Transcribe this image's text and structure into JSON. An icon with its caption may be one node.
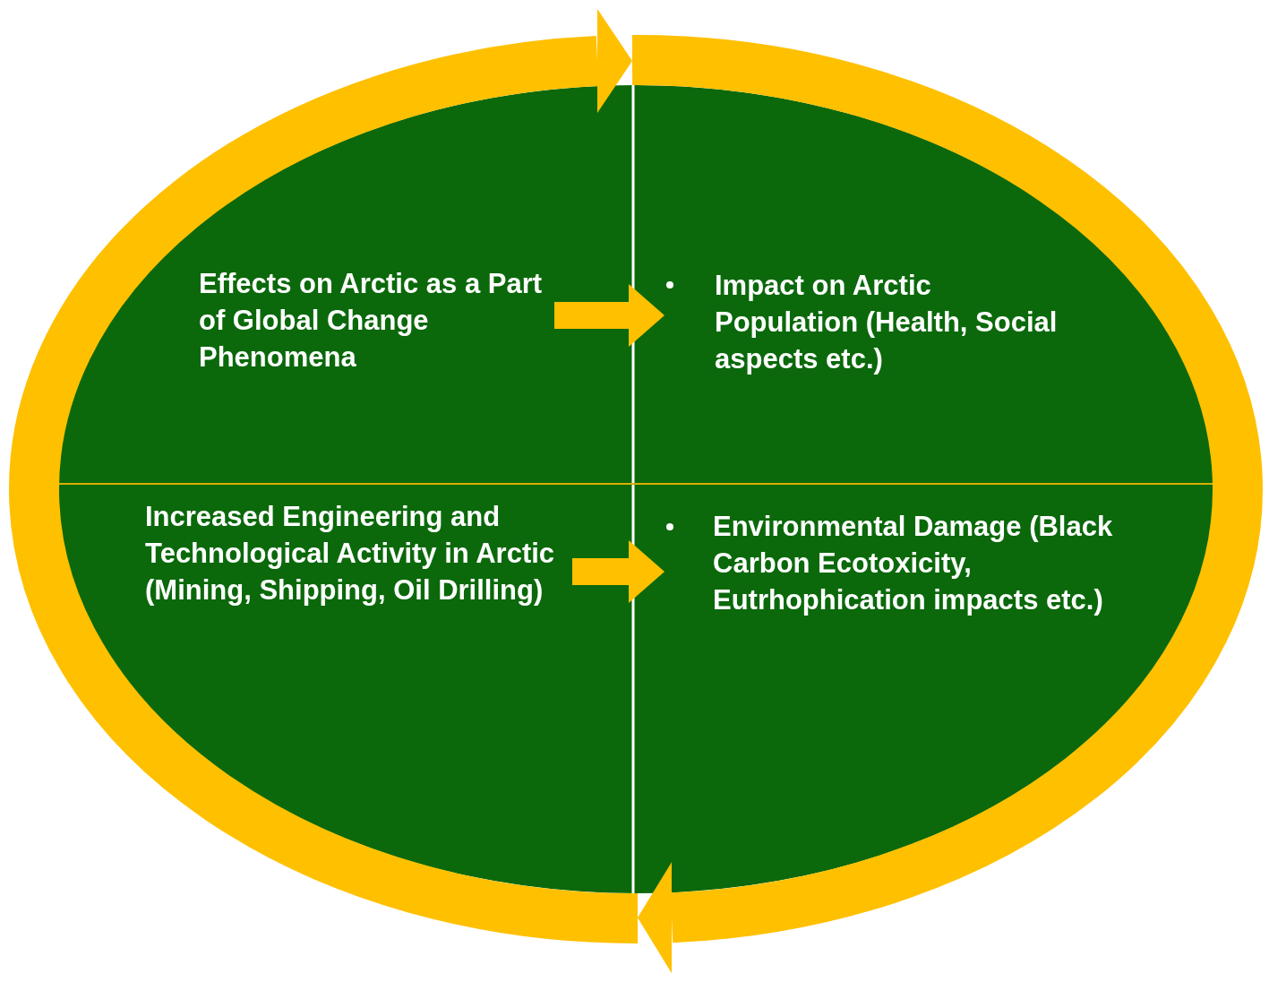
{
  "diagram": {
    "nodes": [
      {
        "text": [],
        "shape": "ellipse"
      },
      {
        "text": [
          "Effects on Arctic as a Part of Global Change Phenomena"
        ],
        "in": 0
      },
      {
        "text": [
          "Impact on Arctic Population (Health, Social aspects etc.)"
        ],
        "in": 0
      },
      {
        "text": [
          "Increased Engineering and Technological Activity in Arctic (Mining, Shipping, Oil Drilling)"
        ],
        "in": 0
      },
      {
        "text": [
          "Environmental Damage (Black Carbon Ecotoxicity, Eutrhophication impacts etc.)"
        ],
        "in": 0
      }
    ],
    "edges": [
      {
        "from": 1,
        "to": 2,
        "arrow": "to"
      },
      {
        "from": 3,
        "to": 4,
        "arrow": "to"
      }
    ]
  }
}
